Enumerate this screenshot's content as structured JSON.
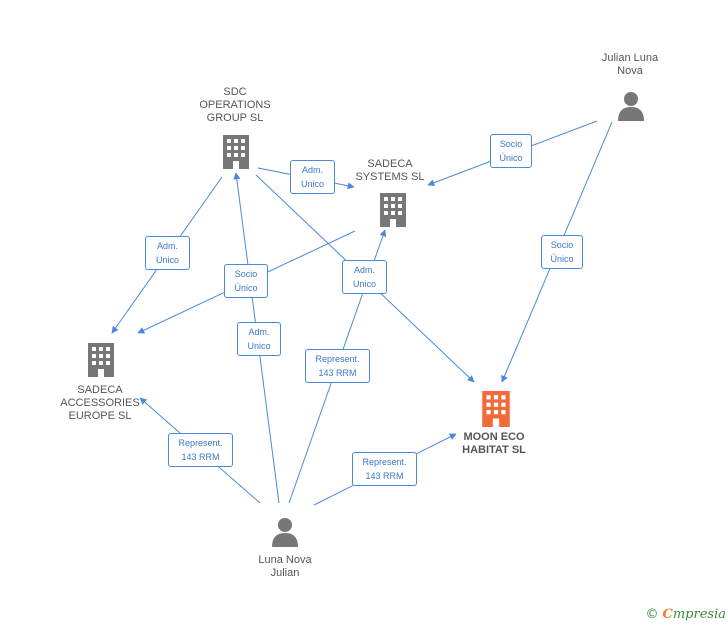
{
  "colors": {
    "edge": "#4a89dc",
    "company": "#777777",
    "focus_company": "#f26b3a",
    "person": "#777777"
  },
  "nodes": {
    "sdc": {
      "line1": "SDC",
      "line2": "OPERATIONS",
      "line3": "GROUP SL",
      "icon": "building-icon"
    },
    "systems": {
      "line1": "SADECA",
      "line2": "SYSTEMS  SL",
      "icon": "building-icon"
    },
    "accessories": {
      "line1": "SADECA",
      "line2": "ACCESSORIES",
      "line3": "EUROPE SL",
      "icon": "building-icon"
    },
    "moon": {
      "line1": "MOON ECO",
      "line2": "HABITAT  SL",
      "icon": "building-icon"
    },
    "julian_top": {
      "line1": "Julian Luna",
      "line2": "Nova",
      "icon": "person-icon"
    },
    "luna_bottom": {
      "line1": "Luna Nova",
      "line2": "Julian",
      "icon": "person-icon"
    }
  },
  "edges": [
    {
      "id": "e1",
      "line1": "Adm.",
      "line2": "Unico"
    },
    {
      "id": "e2",
      "line1": "Socio",
      "line2": "Único"
    },
    {
      "id": "e3",
      "line1": "Adm.",
      "line2": "Unico"
    },
    {
      "id": "e4",
      "line1": "Socio",
      "line2": "Único"
    },
    {
      "id": "e5",
      "line1": "Socio",
      "line2": "Único"
    },
    {
      "id": "e6",
      "line1": "Adm.",
      "line2": "Unico"
    },
    {
      "id": "e7",
      "line1": "Adm.",
      "line2": "Unico"
    },
    {
      "id": "e8",
      "line1": "Represent.",
      "line2": "143 RRM"
    },
    {
      "id": "e9",
      "line1": "Represent.",
      "line2": "143 RRM"
    },
    {
      "id": "e10",
      "line1": "Represent.",
      "line2": "143 RRM"
    }
  ],
  "footer": {
    "copyright": "©",
    "brand_first": "C",
    "brand_rest": "mpresia"
  }
}
